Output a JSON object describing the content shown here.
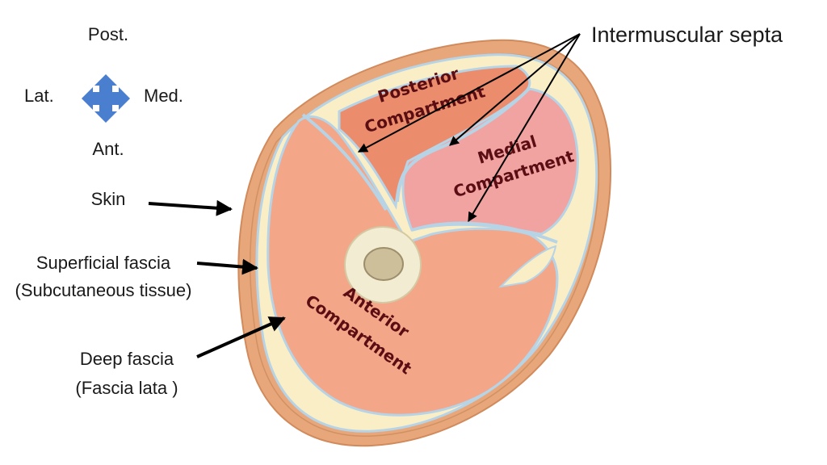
{
  "orientation": {
    "posterior": "Post.",
    "lateral": "Lat.",
    "medial": "Med.",
    "anterior": "Ant."
  },
  "labels": {
    "intermuscular_septa": "Intermuscular septa",
    "skin": "Skin",
    "superficial_fascia": "Superficial fascia",
    "subcutaneous_tissue": "(Subcutaneous tissue)",
    "deep_fascia": "Deep fascia",
    "fascia_lata": "(Fascia lata )"
  },
  "compartments": {
    "posterior_line1": "Posterior",
    "posterior_line2": "Compartment",
    "medial_line1": "Medial",
    "medial_line2": "Compartment",
    "anterior_line1": "Anterior",
    "anterior_line2": "Compartment"
  },
  "colors": {
    "skin": "#e7a77a",
    "subcutaneous": "#faeec7",
    "anterior_muscle": "#f3a688",
    "posterior_muscle": "#eb8c6c",
    "medial_muscle": "#f0a3a0",
    "fascia": "#b7d3e6",
    "bone_cortex": "#f2ecd3",
    "bone_marrow": "#cdbf99",
    "arrow_icon": "#4a7fd0"
  }
}
